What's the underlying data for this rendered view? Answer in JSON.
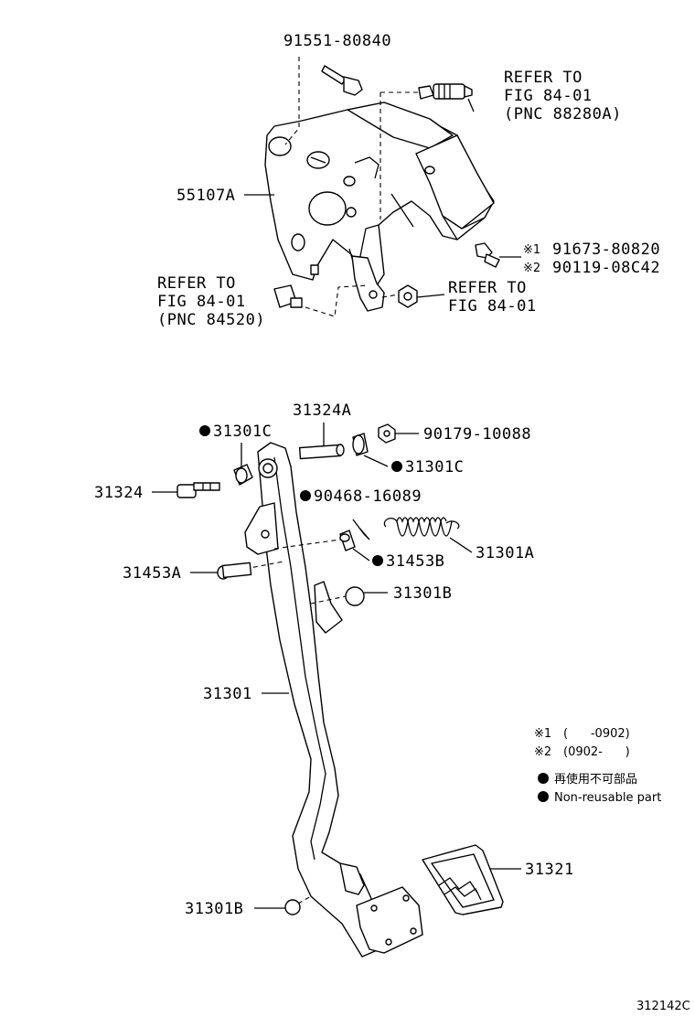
{
  "labels": {
    "bolt_top": "91551-80840",
    "refer_a_1": "REFER TO",
    "refer_a_2": "FIG 84-01",
    "refer_a_3": "(PNC 88280A)",
    "support": "55107A",
    "bolt_r1_mark": "※1",
    "bolt_r1": "91673-80820",
    "bolt_r2_mark": "※2",
    "bolt_r2": "90119-08C42",
    "refer_b_1": "REFER TO",
    "refer_b_2": "FIG 84-01",
    "refer_b_3": "(PNC 84520)",
    "refer_c_1": "REFER TO",
    "refer_c_2": "FIG 84-01",
    "shaft": "31324A",
    "bushing_left": "31301C",
    "nut": "90179-10088",
    "bushing_right": "31301C",
    "bolt_left": "31324",
    "clip": "90468-16089",
    "spring": "31301A",
    "pin": "31453A",
    "pin_clip": "31453B",
    "stopper_top": "31301B",
    "lever": "31301",
    "pad": "31321",
    "stopper_bottom": "31301B",
    "diagram_id": "312142C"
  },
  "legend": {
    "note1_mark": "※1",
    "note1_text": "(      -0902)",
    "note2_mark": "※2",
    "note2_text": "(0902-      )",
    "jp_text": "再使用不可部品",
    "en_text": "Non-reusable part"
  }
}
